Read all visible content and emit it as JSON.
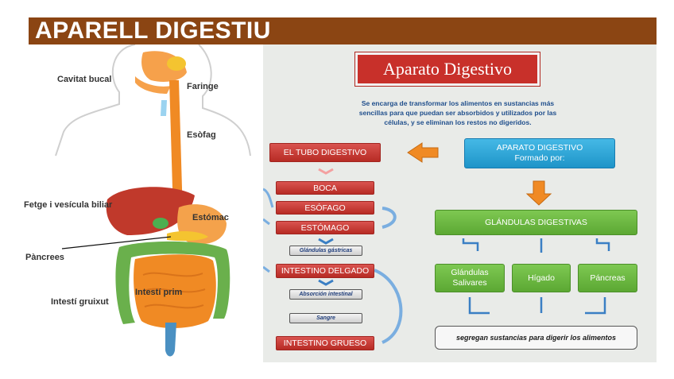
{
  "header": {
    "title": "APARELL DIGESTIU"
  },
  "anatomy_labels": {
    "cavitat_bucal": "Cavitat bucal",
    "faringe": "Faringe",
    "esofag": "Esòfag",
    "fetge": "Fetge i vesícula biliar",
    "estomac": "Estómac",
    "pancrees": "Pàncrees",
    "intesti_prim": "Intestí prim",
    "intesti_gruixut": "Intestí gruixut"
  },
  "map": {
    "title": "Aparato Digestivo",
    "subtitle_line1": "Se encarga de transformar los alimentos en sustancias más",
    "subtitle_line2": "sencillas para que  puedan ser absorbidos y utilizados por las",
    "subtitle_line3": "células, y se eliminan los restos no digeridos.",
    "tubo": "EL TUBO DIGESTIVO",
    "aparato_line1": "APARATO DIGESTIVO",
    "aparato_line2": "Formado por:",
    "boca": "BOCA",
    "esofago": "ESÓFAGO",
    "estomago": "ESTÓMAGO",
    "glandulas_gastricas": "Glándulas gástricas",
    "intestino_delgado": "INTESTINO DELGADO",
    "absorcion": "Absorción intestinal",
    "sangre": "Sangre",
    "intestino_grueso": "INTESTINO GRUESO",
    "glandulas_digestivas": "GLÁNDULAS DIGESTIVAS",
    "salivares_line1": "Glándulas",
    "salivares_line2": "Salivares",
    "higado": "Hígado",
    "pancreas": "Páncreas",
    "bottom": "segregan sustancias para digerir los alimentos"
  },
  "colors": {
    "banner": "#8b4513",
    "red_box": "#c8302a",
    "green_box": "#6cb843",
    "blue_box": "#2ba5d6",
    "arrow_orange": "#f08a24"
  }
}
